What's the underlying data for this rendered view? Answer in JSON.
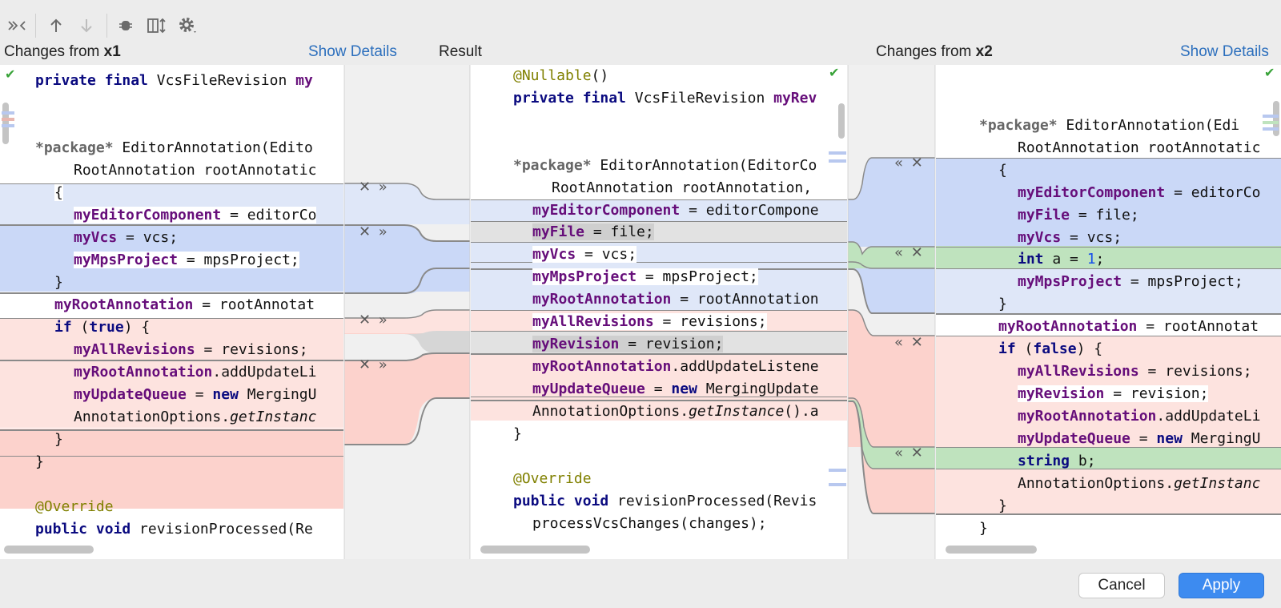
{
  "toolbar": {
    "icons": [
      "collapse-chevrons-icon",
      "arrow-up-icon",
      "arrow-down-icon",
      "bug-icon",
      "columns-sync-icon",
      "gear-icon"
    ]
  },
  "headers": {
    "left_prefix": "Changes from ",
    "left_name": "x1",
    "left_link": "Show Details",
    "middle": "Result",
    "right_prefix": "Changes from ",
    "right_name": "x2",
    "right_link": "Show Details"
  },
  "buttons": {
    "cancel": "Cancel",
    "apply": "Apply"
  },
  "colors": {
    "conflict_blue": "#cad8f7",
    "conflict_red": "#fcd2cc",
    "change_green": "#bfe3be",
    "neutral_gray": "#d6d6d6",
    "apply_blue": "#3d8bf0"
  }
}
